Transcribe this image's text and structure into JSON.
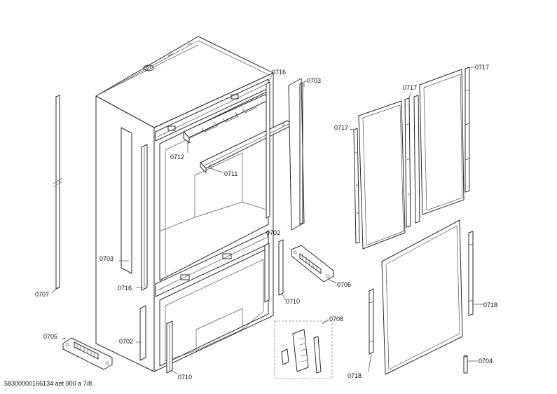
{
  "document": {
    "footer_code": "58300000166134 aet 000 a 7/8"
  },
  "callouts": [
    {
      "id": "c0703a",
      "label": "0703"
    },
    {
      "id": "c0703b",
      "label": "0703"
    },
    {
      "id": "c0716a",
      "label": "0716"
    },
    {
      "id": "c0716b",
      "label": "0716"
    },
    {
      "id": "c0712",
      "label": "0712"
    },
    {
      "id": "c0711",
      "label": "0711"
    },
    {
      "id": "c0702a",
      "label": "0702"
    },
    {
      "id": "c0702b",
      "label": "0702"
    },
    {
      "id": "c0706",
      "label": "0706"
    },
    {
      "id": "c0710a",
      "label": "0710"
    },
    {
      "id": "c0710b",
      "label": "0710"
    },
    {
      "id": "c0707",
      "label": "0707"
    },
    {
      "id": "c0705",
      "label": "0705"
    },
    {
      "id": "c0708",
      "label": "0708"
    },
    {
      "id": "c0717a",
      "label": "0717"
    },
    {
      "id": "c0717b",
      "label": "0717"
    },
    {
      "id": "c0717c",
      "label": "0717"
    },
    {
      "id": "c0718a",
      "label": "0718"
    },
    {
      "id": "c0718b",
      "label": "0718"
    },
    {
      "id": "c0704",
      "label": "0704"
    }
  ]
}
